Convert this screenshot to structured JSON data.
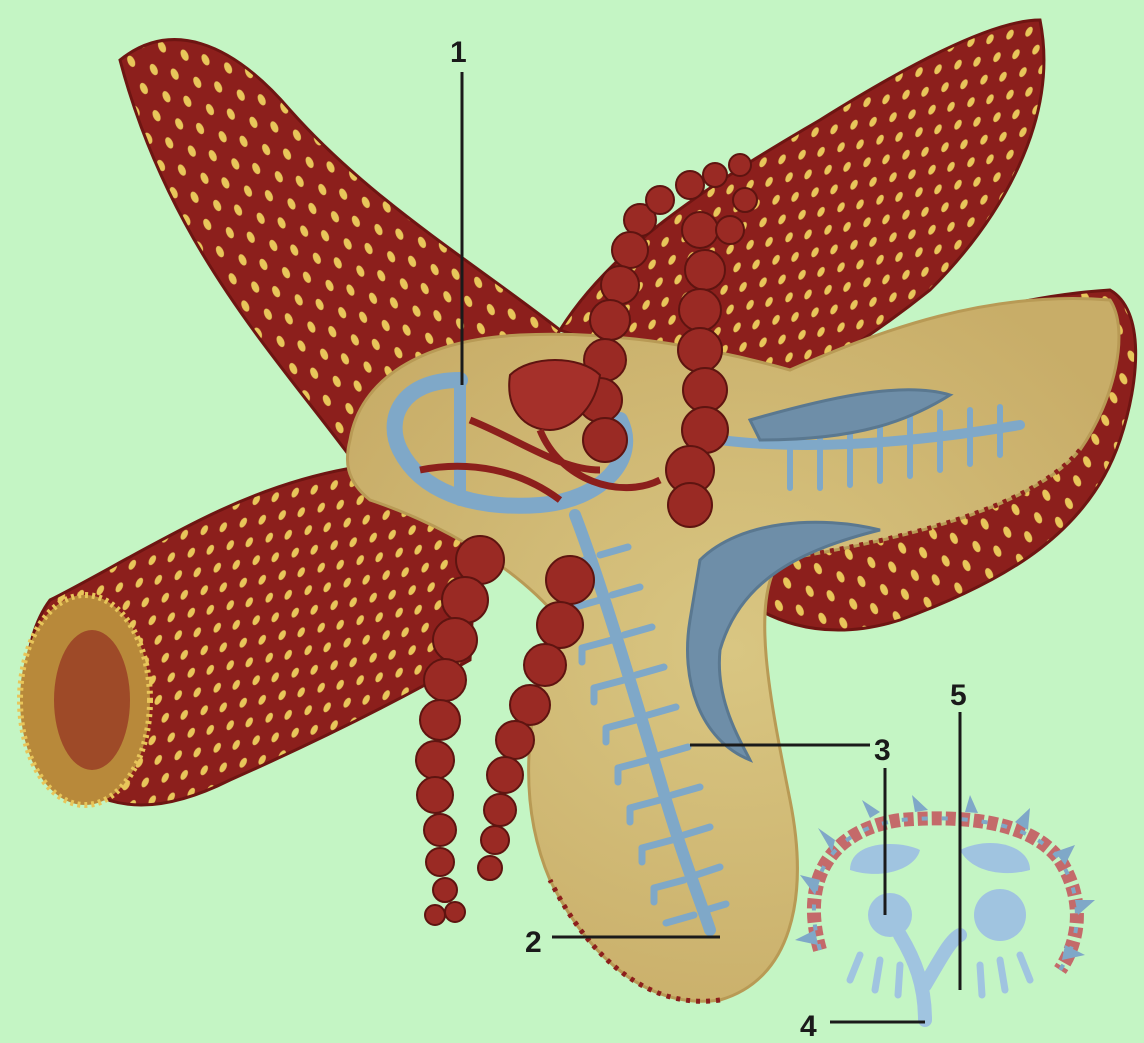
{
  "colors": {
    "background": "#c4f5c4",
    "body_red": "#8c1f1c",
    "body_red_dark": "#6e1512",
    "spots": "#e8c65a",
    "cavity_tan": "#d8c07a",
    "water_vascular_blue": "#7fa8c8",
    "gonad_red": "#9a2a24",
    "label_ink": "#1a1a1a"
  },
  "callouts": [
    {
      "id": "1",
      "text": "1"
    },
    {
      "id": "2",
      "text": "2"
    },
    {
      "id": "3",
      "text": "3"
    },
    {
      "id": "3b",
      "text": "3"
    },
    {
      "id": "4",
      "text": "4"
    },
    {
      "id": "5",
      "text": "5"
    }
  ]
}
